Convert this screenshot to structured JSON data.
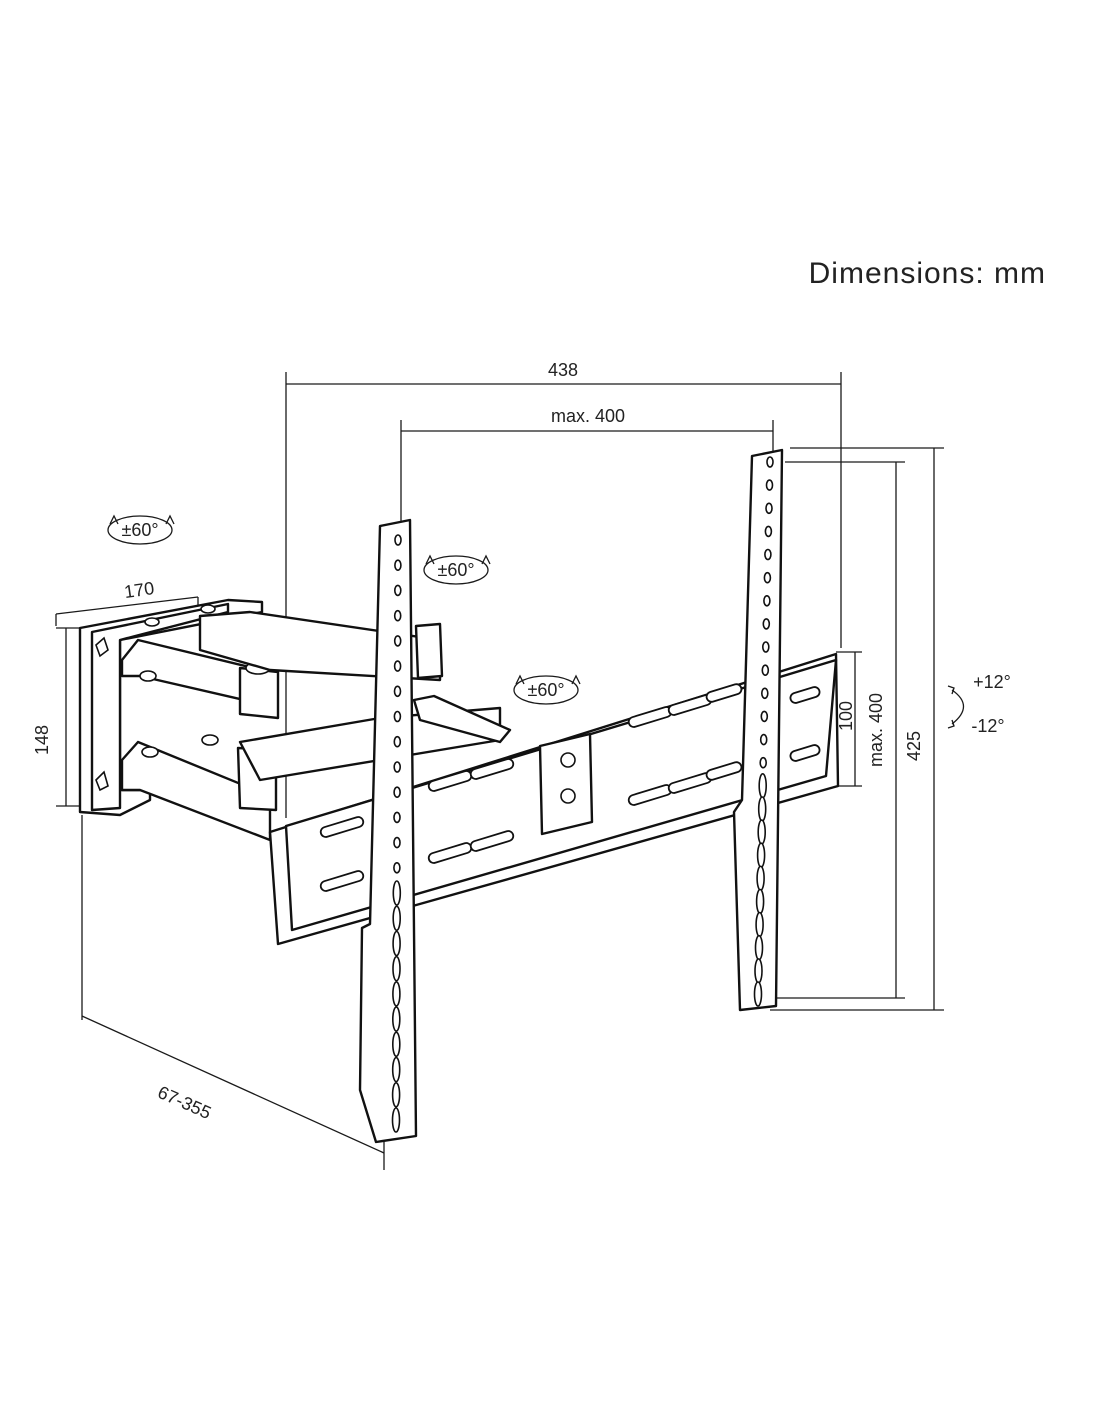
{
  "title": "Dimensions: mm",
  "dimensions": {
    "overall_width": "438",
    "vesa_width": "max. 400",
    "vesa_height": "max. 400",
    "overall_height": "425",
    "small_height": "100",
    "wall_plate_width": "170",
    "wall_plate_height": "148",
    "depth": "67-355"
  },
  "rotations": {
    "wall_swivel": "±60°",
    "arm_swivel": "±60°",
    "head_swivel": "±60°",
    "tilt_up": "+12°",
    "tilt_down": "-12°"
  },
  "colors": {
    "line": "#111111",
    "background": "#ffffff"
  }
}
